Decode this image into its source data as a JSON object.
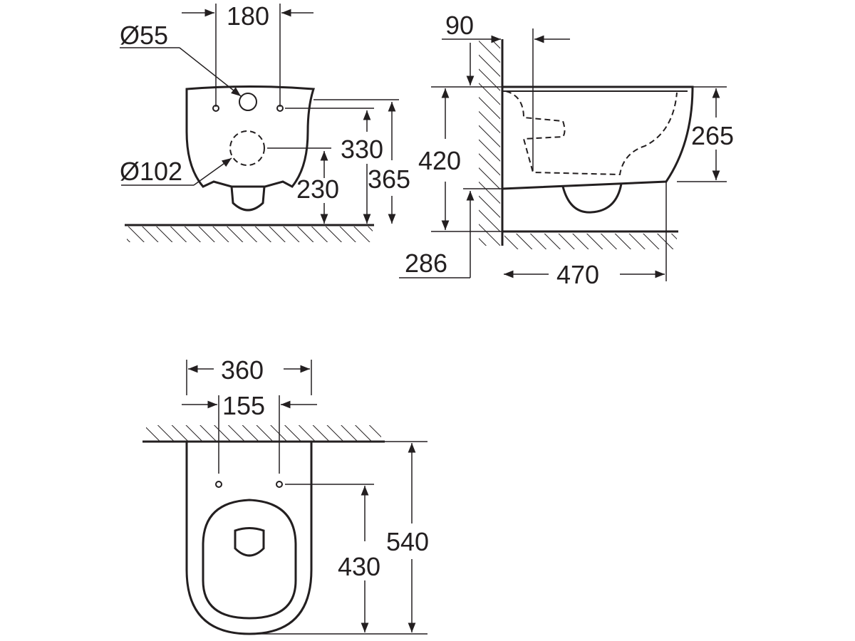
{
  "front_view": {
    "bolt_spacing": "180",
    "inlet_diameter": "Ø55",
    "outlet_diameter": "Ø102",
    "bolt_height": "330",
    "top_height_front": "365",
    "outlet_height": "230"
  },
  "side_view": {
    "wall_offset": "90",
    "seat_height": "420",
    "bowl_height": "265",
    "bottom_height": "286",
    "depth": "470"
  },
  "top_view": {
    "width": "360",
    "seat_bolt_spacing": "155",
    "length": "540",
    "bolt_to_front": "430"
  }
}
